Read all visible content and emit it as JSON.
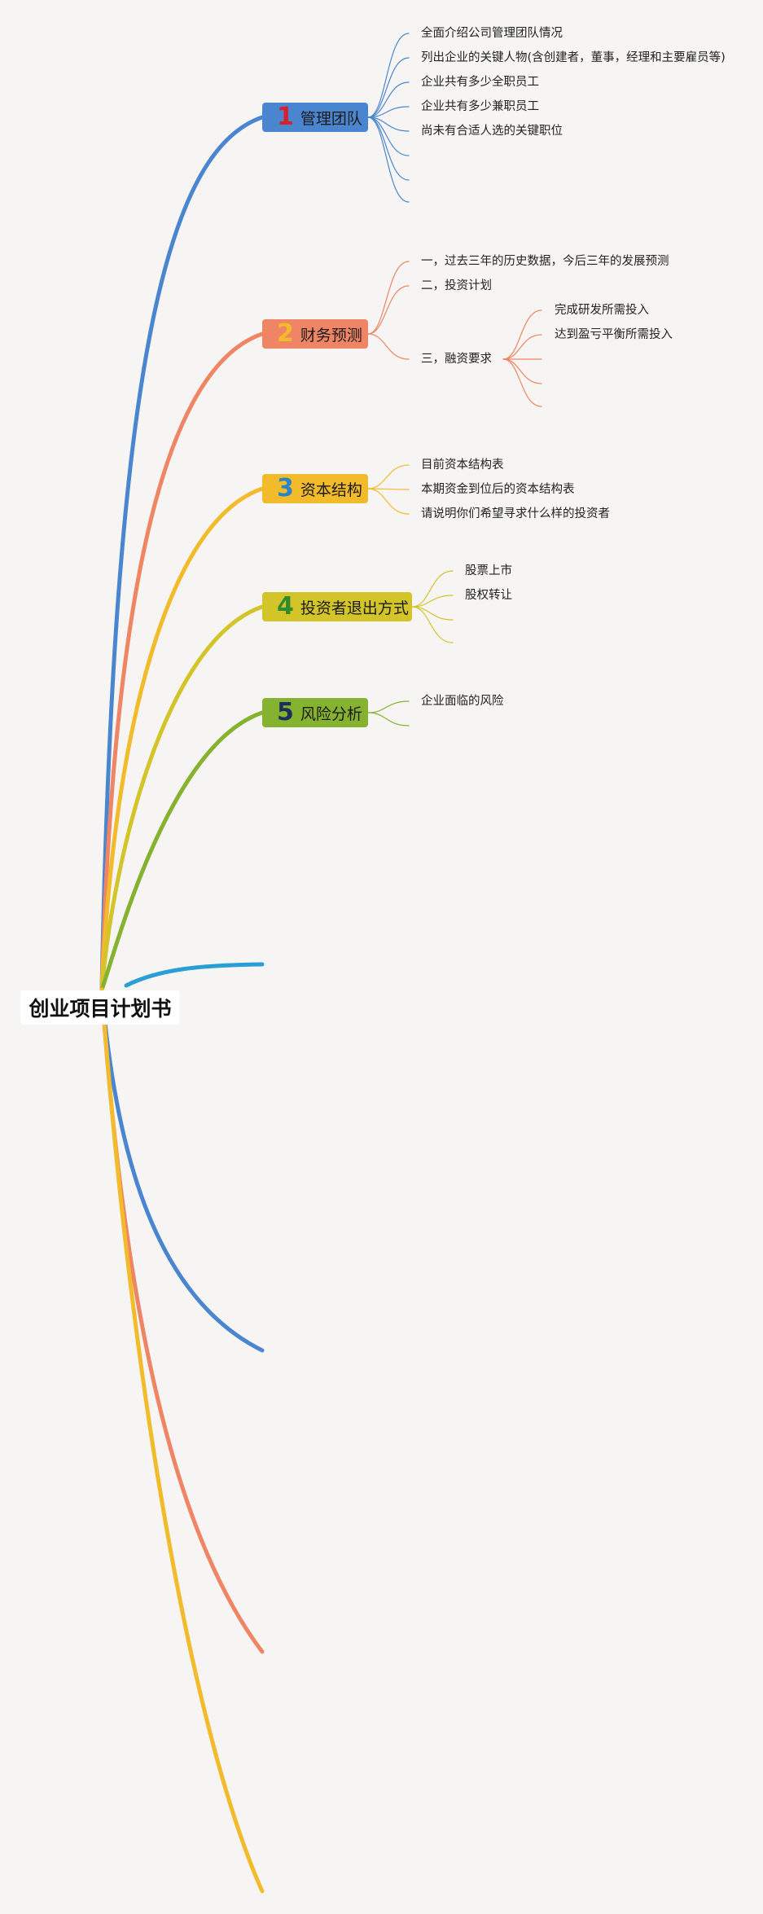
{
  "root": {
    "title": "创业项目计划书"
  },
  "colors": {
    "blue": "#4a86cf",
    "salmon": "#ef8564",
    "amber": "#f2bb2c",
    "olive": "#d3c42a",
    "green": "#85b22f",
    "cyan": "#2a9fd6"
  },
  "topics": [
    {
      "num": "1",
      "label": "管理团队",
      "bg": "#4a86cf",
      "num_color": "#d91f2a",
      "children": [
        "全面介绍公司管理团队情况",
        "列出企业的关键人物(含创建者，董事，经理和主要雇员等)",
        "企业共有多少全职员工",
        "企业共有多少兼职员工",
        "尚未有合适人选的关键职位"
      ]
    },
    {
      "num": "2",
      "label": "财务预测",
      "bg": "#ef8564",
      "num_color": "#f2bb2c",
      "children": [
        "一，过去三年的历史数据，今后三年的发展预测",
        "二，投资计划",
        "三，融资要求"
      ],
      "grandchildren": [
        "完成研发所需投入",
        "达到盈亏平衡所需投入"
      ]
    },
    {
      "num": "3",
      "label": "资本结构",
      "bg": "#f2bb2c",
      "num_color": "#2a84c6",
      "children": [
        "目前资本结构表",
        "本期资金到位后的资本结构表",
        "请说明你们希望寻求什么样的投资者"
      ]
    },
    {
      "num": "4",
      "label": "投资者退出方式",
      "bg": "#d3c42a",
      "num_color": "#2e8b2e",
      "children": [
        "股票上市",
        "股权转让"
      ]
    },
    {
      "num": "5",
      "label": "风险分析",
      "bg": "#85b22f",
      "num_color": "#1c2f5a",
      "children": [
        "企业面临的风险"
      ]
    }
  ]
}
